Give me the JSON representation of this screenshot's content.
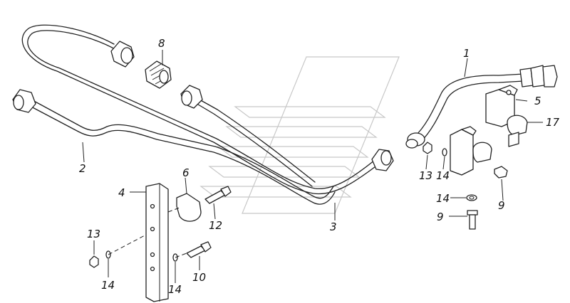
{
  "diagram": {
    "callouts": [
      {
        "id": "c1",
        "text": "1"
      },
      {
        "id": "c2",
        "text": "2"
      },
      {
        "id": "c3",
        "text": "3"
      },
      {
        "id": "c4",
        "text": "4"
      },
      {
        "id": "c5",
        "text": "5"
      },
      {
        "id": "c6",
        "text": "6"
      },
      {
        "id": "c8",
        "text": "8"
      },
      {
        "id": "c9a",
        "text": "9"
      },
      {
        "id": "c9b",
        "text": "9"
      },
      {
        "id": "c10",
        "text": "10"
      },
      {
        "id": "c12",
        "text": "12"
      },
      {
        "id": "c13a",
        "text": "13"
      },
      {
        "id": "c13b",
        "text": "13"
      },
      {
        "id": "c14a",
        "text": "14"
      },
      {
        "id": "c14b",
        "text": "14"
      },
      {
        "id": "c14c",
        "text": "14"
      },
      {
        "id": "c14d",
        "text": "14"
      },
      {
        "id": "c17",
        "text": "17"
      }
    ]
  }
}
